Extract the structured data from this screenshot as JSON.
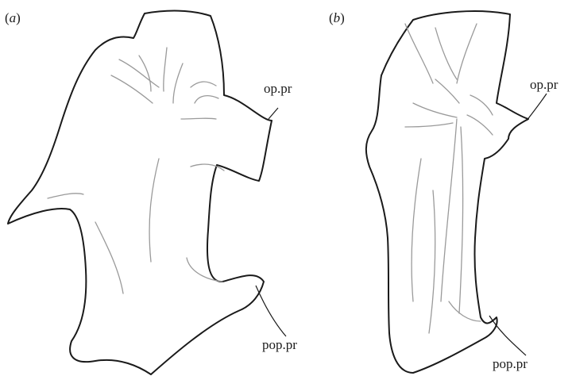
{
  "panels": [
    {
      "letter": "a",
      "labels": {
        "opercular_process": "op.pr",
        "preopercular_process": "pop.pr"
      }
    },
    {
      "letter": "b",
      "labels": {
        "opercular_process": "op.pr",
        "preopercular_process": "pop.pr"
      }
    }
  ],
  "colors": {
    "outline": "#1a1a1a",
    "detail_lines": "#9a9a9a",
    "background": "#ffffff"
  }
}
